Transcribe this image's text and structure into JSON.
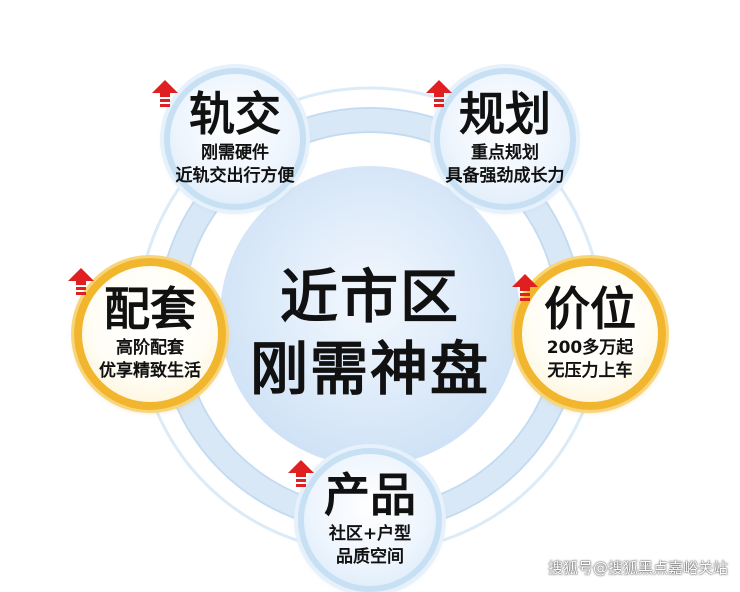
{
  "center": {
    "line1": "近市区",
    "line2": "刚需神盘"
  },
  "nodes": [
    {
      "title": "轨交",
      "lines": [
        "刚需硬件",
        "近轨交出行方便"
      ]
    },
    {
      "title": "规划",
      "lines": [
        "重点规划",
        "具备强劲成长力"
      ]
    },
    {
      "title": "价位",
      "lines": [
        "200多万起",
        "无压力上车"
      ]
    },
    {
      "title": "产品",
      "lines": [
        "社区+户型",
        "品质空间"
      ]
    },
    {
      "title": "配套",
      "lines": [
        "高阶配套",
        "优享精致生活"
      ]
    }
  ],
  "watermark": "搜狐号@搜狐黑点嘉峪关站",
  "colors": {
    "accent_red": "#e02020",
    "ring_blue": "#c8e0f4",
    "gold": "#f1b52e"
  },
  "icons": [
    "up-arrow-icon"
  ]
}
